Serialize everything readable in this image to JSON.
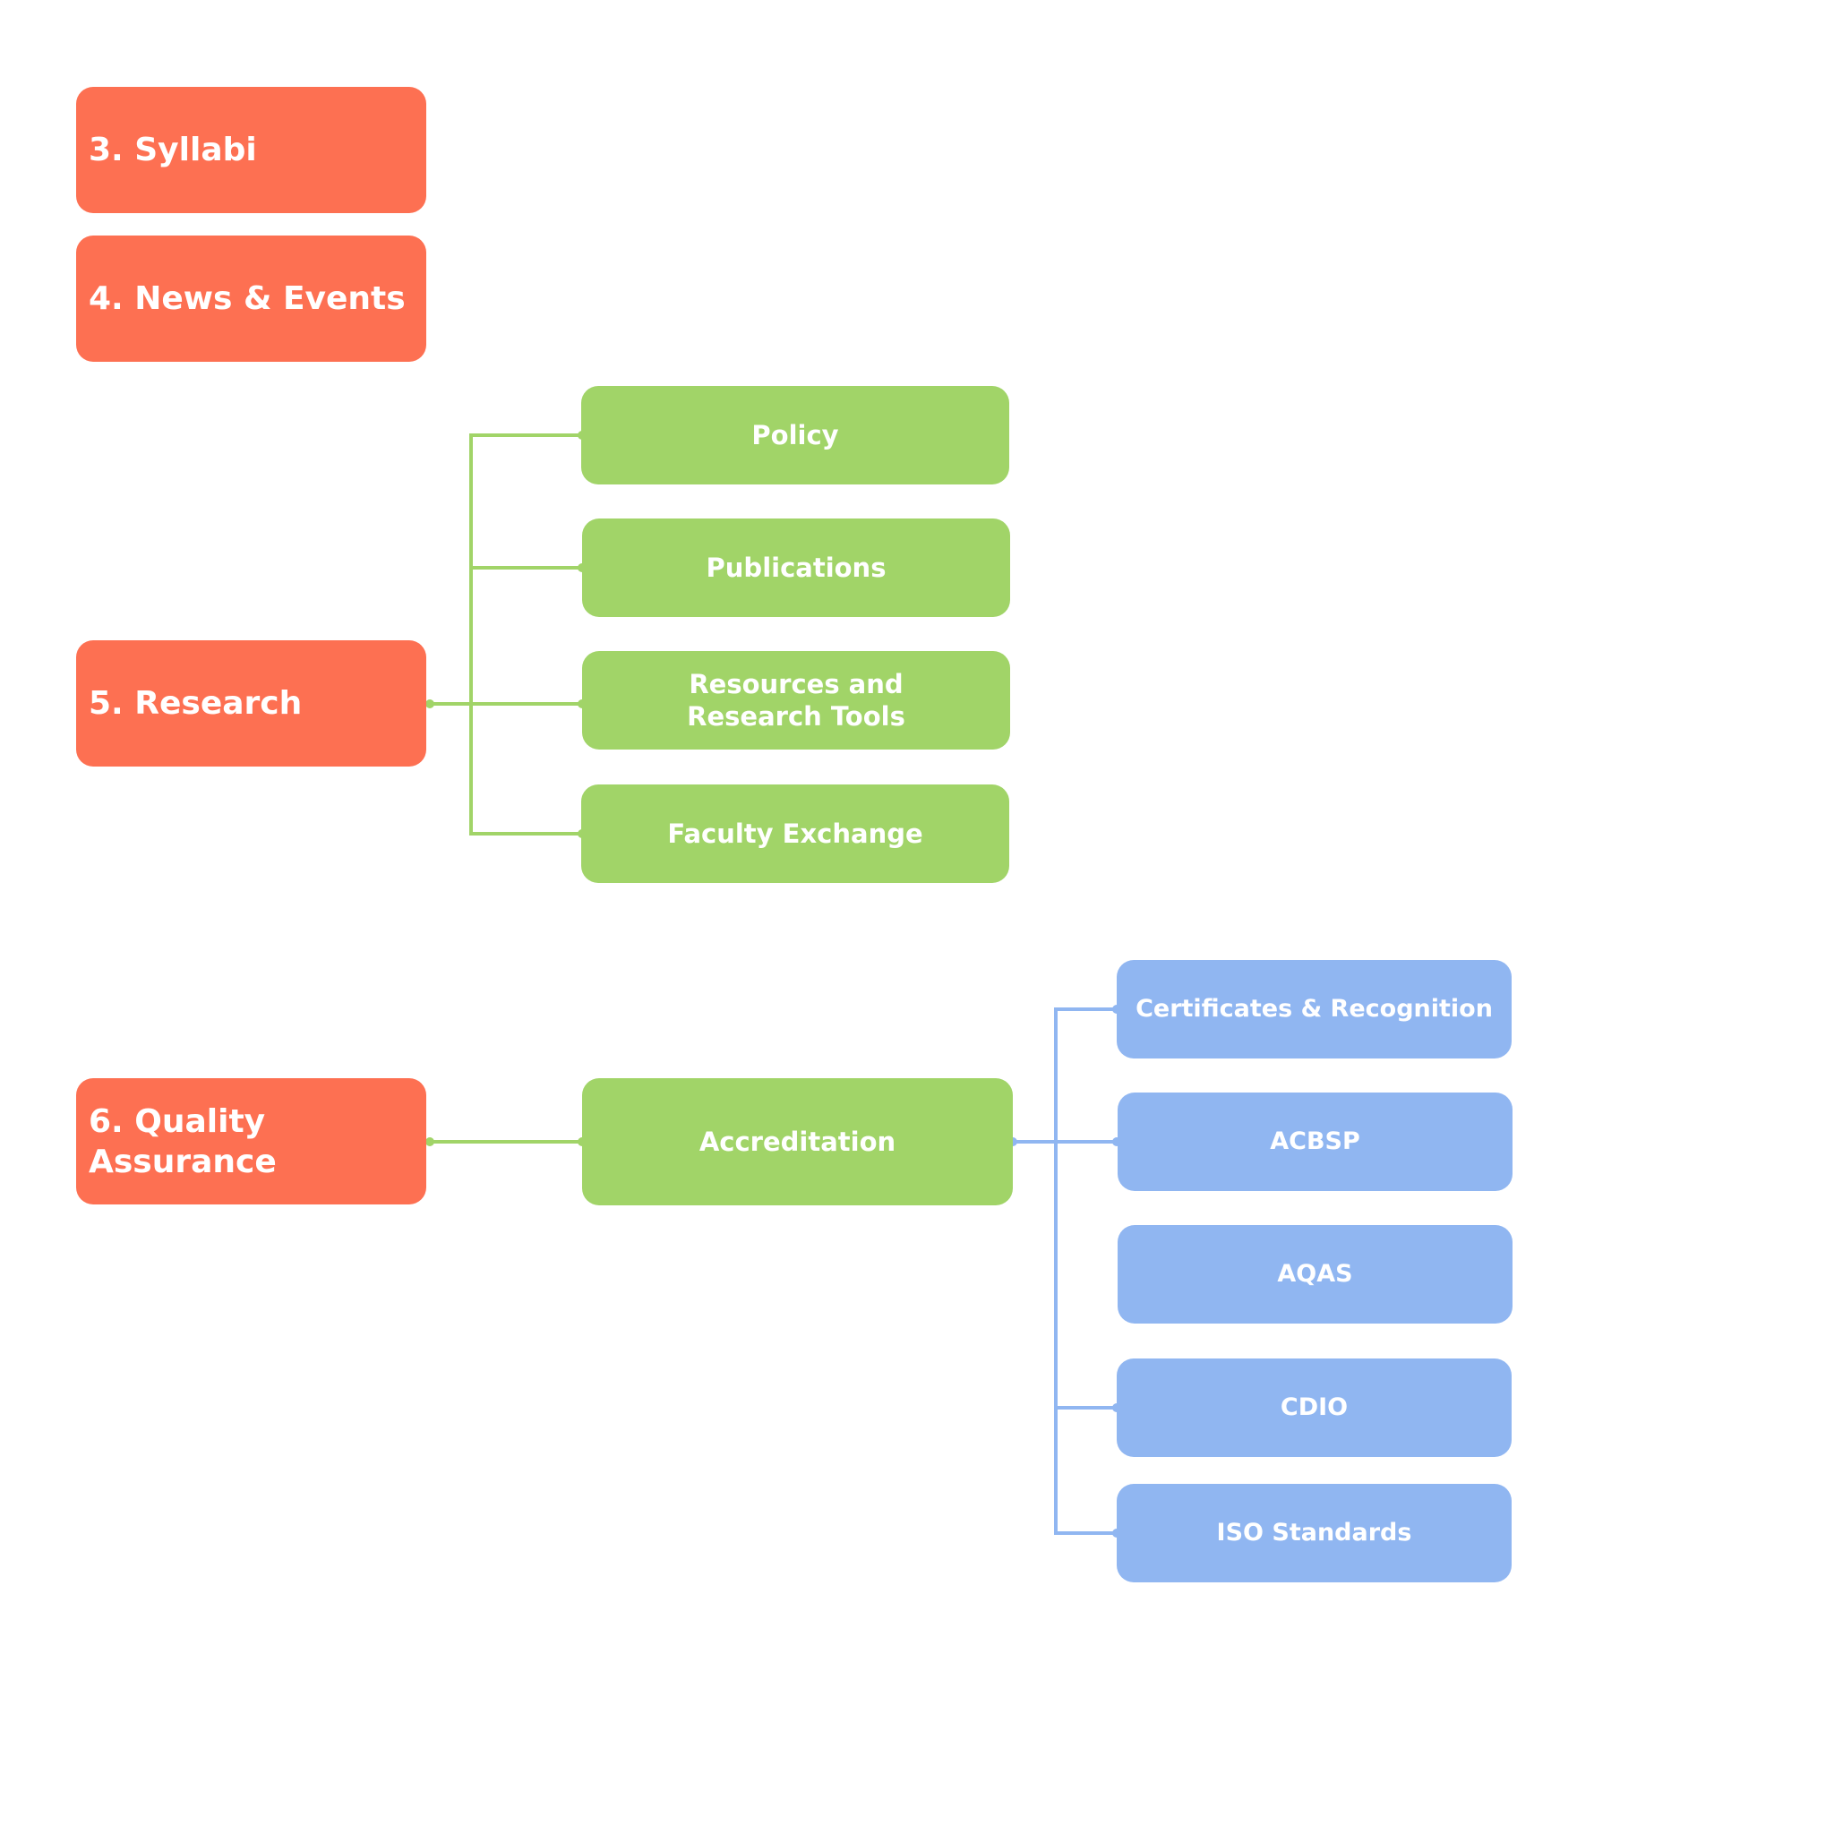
{
  "colors": {
    "orange": "#fd7052",
    "green": "#a1d468",
    "blue": "#90b6f1"
  },
  "sections": {
    "syllabi": {
      "label": "3. Syllabi"
    },
    "news": {
      "label": "4. News & Events"
    },
    "research": {
      "label": "5. Research",
      "children": [
        "Policy",
        "Publications",
        "Resources and Research Tools",
        "Faculty Exchange"
      ]
    },
    "quality": {
      "label": "6. Quality Assurance",
      "child": {
        "label": "Accreditation",
        "children": [
          "Certificates & Recognition",
          "ACBSP",
          "AQAS",
          "CDIO",
          "ISO Standards"
        ]
      }
    }
  }
}
